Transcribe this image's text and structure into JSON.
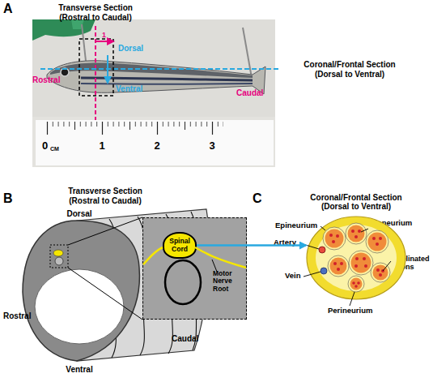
{
  "diagram": {
    "nodes": [
      {
        "text": [
          "Motor Nerve Root"
        ]
      },
      {
        "text": [
          "Spinal Cord"
        ],
        "in": 0
      },
      {
        "text": [
          "Coronal/Frontal Section (Dorsal to Ventral)"
        ]
      }
    ],
    "edges": [
      {
        "from": 1,
        "to": 2,
        "arrow": "to"
      }
    ],
    "labels": [
      "A",
      "Transverse Section (Rostral to Caudal)",
      "Dorsal",
      "1",
      "Coronal/Frontal Section (Dorsal to Ventral)",
      "Rostral",
      "Ventral",
      "Caudal",
      "0",
      "CM",
      "1",
      "2",
      "3",
      "B",
      "Transverse Section (Rostral to Caudal)",
      "Dorsal",
      "Rostral",
      "Ventral",
      "Caudal",
      "C",
      "Epineurium",
      "Endoneurium",
      "Artery",
      "Myelinated Axons",
      "Vein",
      "Perineurium"
    ]
  }
}
